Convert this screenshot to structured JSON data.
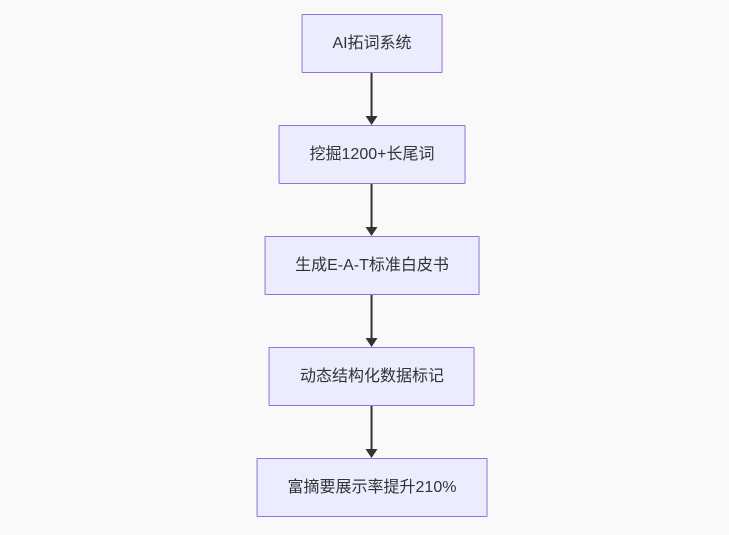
{
  "diagram": {
    "type": "flowchart",
    "direction": "top-down",
    "nodes": [
      {
        "id": "A",
        "label": "AI拓词系统"
      },
      {
        "id": "B",
        "label": "挖掘1200+长尾词"
      },
      {
        "id": "C",
        "label": "生成E-A-T标准白皮书"
      },
      {
        "id": "D",
        "label": "动态结构化数据标记"
      },
      {
        "id": "E",
        "label": "富摘要展示率提升210%"
      }
    ],
    "edges": [
      {
        "from": "A",
        "to": "B"
      },
      {
        "from": "B",
        "to": "C"
      },
      {
        "from": "C",
        "to": "D"
      },
      {
        "from": "D",
        "to": "E"
      }
    ]
  },
  "theme": {
    "canvas_bg": "#f9f9f9",
    "node_fill": "#ececff",
    "node_border": "#9370db",
    "text_color": "#333333",
    "arrow_color": "#333333"
  }
}
